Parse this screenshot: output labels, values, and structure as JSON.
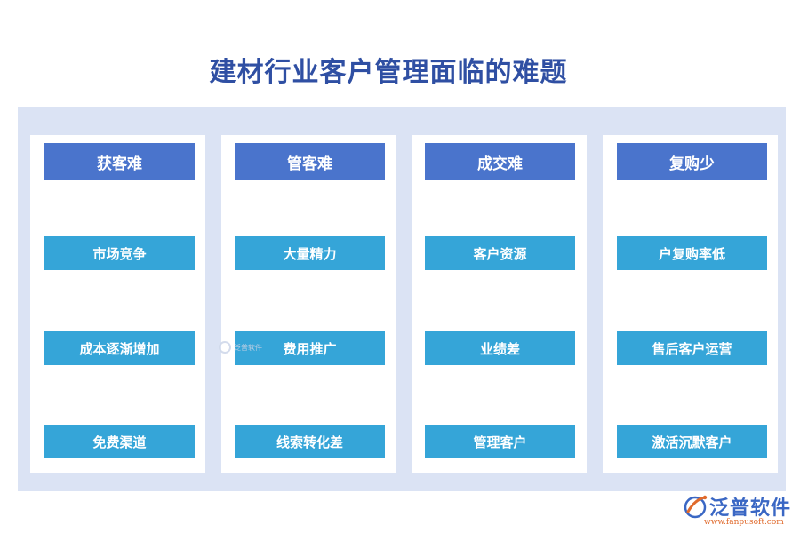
{
  "title": "建材行业客户管理面临的难题",
  "columns": [
    {
      "header": "获客难",
      "items": [
        "市场竞争",
        "成本逐渐增加",
        "免费渠道"
      ]
    },
    {
      "header": "管客难",
      "items": [
        "大量精力",
        "费用推广",
        "线索转化差"
      ]
    },
    {
      "header": "成交难",
      "items": [
        "客户资源",
        "业绩差",
        "管理客户"
      ]
    },
    {
      "header": "复购少",
      "items": [
        "户复购率低",
        "售后客户运营",
        "激活沉默客户"
      ]
    }
  ],
  "watermark": "泛普软件",
  "logo": {
    "name": "泛普软件",
    "url": "www.fanpusoft.com",
    "icon": "fanpu-logo-icon"
  },
  "colors": {
    "title": "#2f4fa3",
    "board_bg": "#dbe3f4",
    "header_bg": "#4a74cc",
    "item_bg": "#35a5d8",
    "logo_text": "#3a67c4",
    "logo_url": "#e06a2c"
  }
}
